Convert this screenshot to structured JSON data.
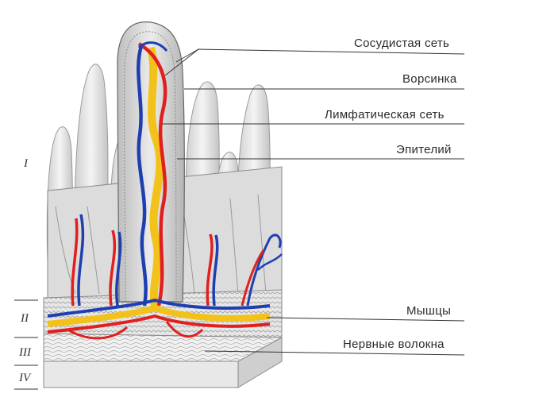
{
  "labels": {
    "vascular_network": "Сосудистая сеть",
    "villus": "Ворсинка",
    "lymphatic_network": "Лимфатическая сеть",
    "epithelium": "Эпителий",
    "muscles": "Мышцы",
    "nerve_fibers": "Нервные волокна"
  },
  "layers": {
    "layer_1": "I",
    "layer_2": "II",
    "layer_3": "III",
    "layer_4": "IV"
  },
  "colors": {
    "artery": "#e0201f",
    "vein": "#1f3fb0",
    "lymph": "#f2c21a",
    "tissue": "#c9c9c9",
    "tissue_dark": "#8a8a8a",
    "leader": "#333333"
  }
}
